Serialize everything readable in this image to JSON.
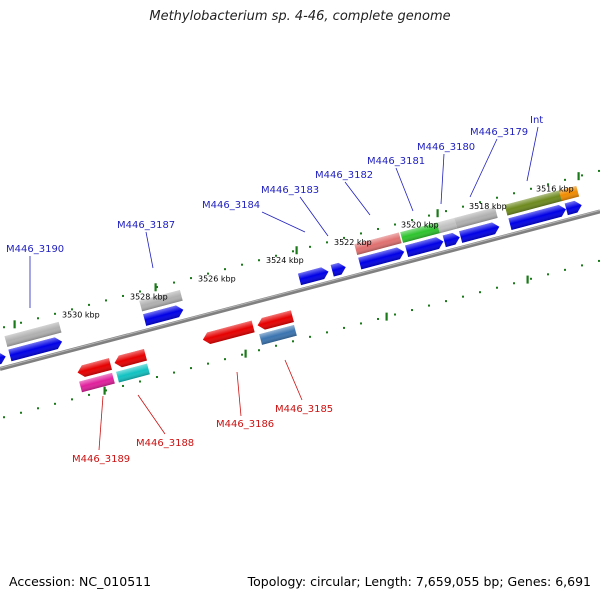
{
  "title": "Methylobacterium sp. 4-46, complete genome",
  "footer": {
    "accession": "Accession: NC_010511",
    "summary": "Topology: circular; Length: 7,659,055 bp; Genes: 6,691"
  },
  "colors": {
    "backbone": "#808080",
    "tick": "#1a7a1a",
    "upper_label": "#1f1fbf",
    "lower_label": "#cc1111"
  },
  "kbp_labels": [
    {
      "kbp": 3530,
      "text": "3530 kbp"
    },
    {
      "kbp": 3528,
      "text": "3528 kbp"
    },
    {
      "kbp": 3526,
      "text": "3526 kbp"
    },
    {
      "kbp": 3524,
      "text": "3524 kbp"
    },
    {
      "kbp": 3522,
      "text": "3522 kbp"
    },
    {
      "kbp": 3520,
      "text": "3520 kbp"
    },
    {
      "kbp": 3518,
      "text": "3518 kbp"
    },
    {
      "kbp": 3516,
      "text": "3516 kbp"
    }
  ],
  "upper_gene_labels": [
    "M446_3190",
    "M446_3187",
    "M446_3184",
    "M446_3183",
    "M446_3182",
    "M446_3181",
    "M446_3180",
    "M446_3179",
    "Int"
  ],
  "lower_gene_labels": [
    "M446_3189",
    "M446_3188",
    "M446_3186",
    "M446_3185"
  ]
}
